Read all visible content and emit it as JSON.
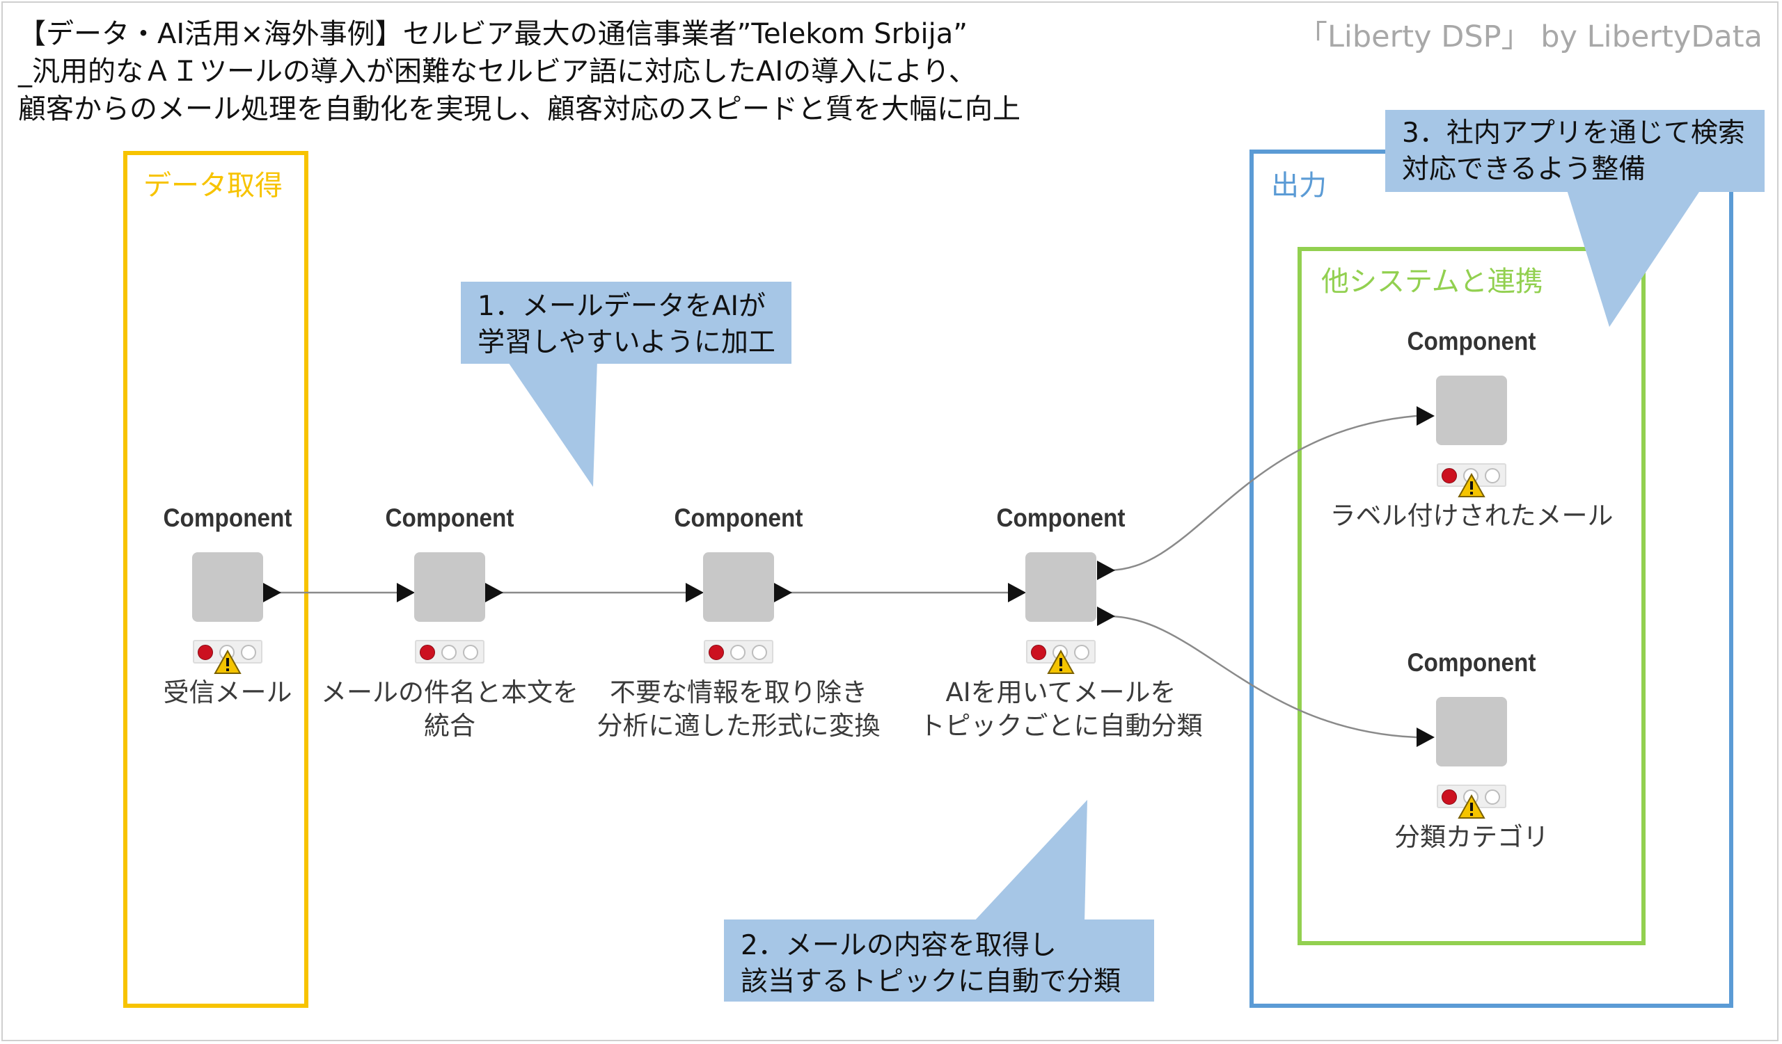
{
  "title": {
    "line1": "【データ・AI活用×海外事例】セルビア最大の通信事業者”Telekom Srbija”",
    "line2": "_汎用的なＡＩツールの導入が困難なセルビア語に対応したAIの導入により、",
    "line3": "顧客からのメール処理を自動化を実現し、顧客対応のスピードと質を大幅に向上"
  },
  "brand": "「Liberty DSP」 by LibertyData",
  "sections": {
    "data_acquisition": "データ取得",
    "output": "出力",
    "system_integration": "他システムと連携"
  },
  "nodes": [
    {
      "header": "Component",
      "label1": "受信メール",
      "label2": ""
    },
    {
      "header": "Component",
      "label1": "メールの件名と本文を",
      "label2": "統合"
    },
    {
      "header": "Component",
      "label1": "不要な情報を取り除き",
      "label2": "分析に適した形式に変換"
    },
    {
      "header": "Component",
      "label1": "AIを用いてメールを",
      "label2": "トピックごとに自動分類"
    },
    {
      "header": "Component",
      "label1": "ラベル付けされたメール",
      "label2": ""
    },
    {
      "header": "Component",
      "label1": "分類カテゴリ",
      "label2": ""
    }
  ],
  "notes": {
    "note1": {
      "line1": "1．メールデータをAIが",
      "line2": "学習しやすいように加工"
    },
    "note2": {
      "line1": "2．メールの内容を取得し",
      "line2": "該当するトピックに自動で分類"
    },
    "note3": {
      "line1": "3．社内アプリを通じて検索",
      "line2": "対応できるよう整備"
    }
  },
  "colors": {
    "data_box": "#f7c300",
    "output_box": "#5b9bd5",
    "system_box": "#92d050",
    "note_fill": "#a6c6e6",
    "node_body": "#c8c8c8",
    "status_red": "#cc1120",
    "warning": "#f5c400"
  },
  "icons": {
    "status": "traffic-light-icon",
    "warning": "warning-triangle-icon",
    "port": "triangle-port-icon"
  }
}
